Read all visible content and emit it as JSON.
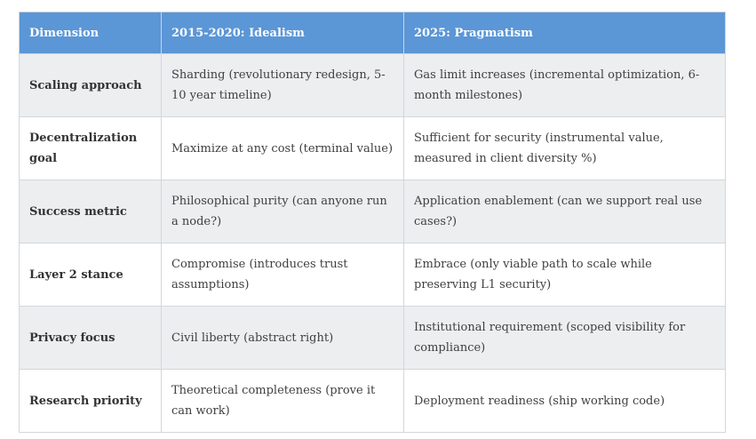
{
  "headers": [
    "Dimension",
    "2015-2020: Idealism",
    "2025: Pragmatism"
  ],
  "rows": [
    [
      "Scaling approach",
      "Sharding (revolutionary redesign, 5-10 year timeline)",
      "Gas limit increases (incremental optimization, 6-month milestones)"
    ],
    [
      "Decentralization goal",
      "Maximize at any cost (terminal value)",
      "Sufficient for security (instrumental value, measured in client diversity %)"
    ],
    [
      "Success metric",
      "Philosophical purity (can anyone run a node?)",
      "Application enablement (can we support real use cases?)"
    ],
    [
      "Layer 2 stance",
      "Compromise (introduces trust assumptions)",
      "Embrace (only viable path to scale while preserving L1 security)"
    ],
    [
      "Privacy focus",
      "Civil liberty (abstract right)",
      "Institutional requirement (scoped visibility for compliance)"
    ],
    [
      "Research priority",
      "Theoretical completeness (prove it can work)",
      "Deployment readiness (ship working code)"
    ]
  ],
  "colors": {
    "header": "#5b96d6",
    "alt_row": "#eceef0"
  }
}
